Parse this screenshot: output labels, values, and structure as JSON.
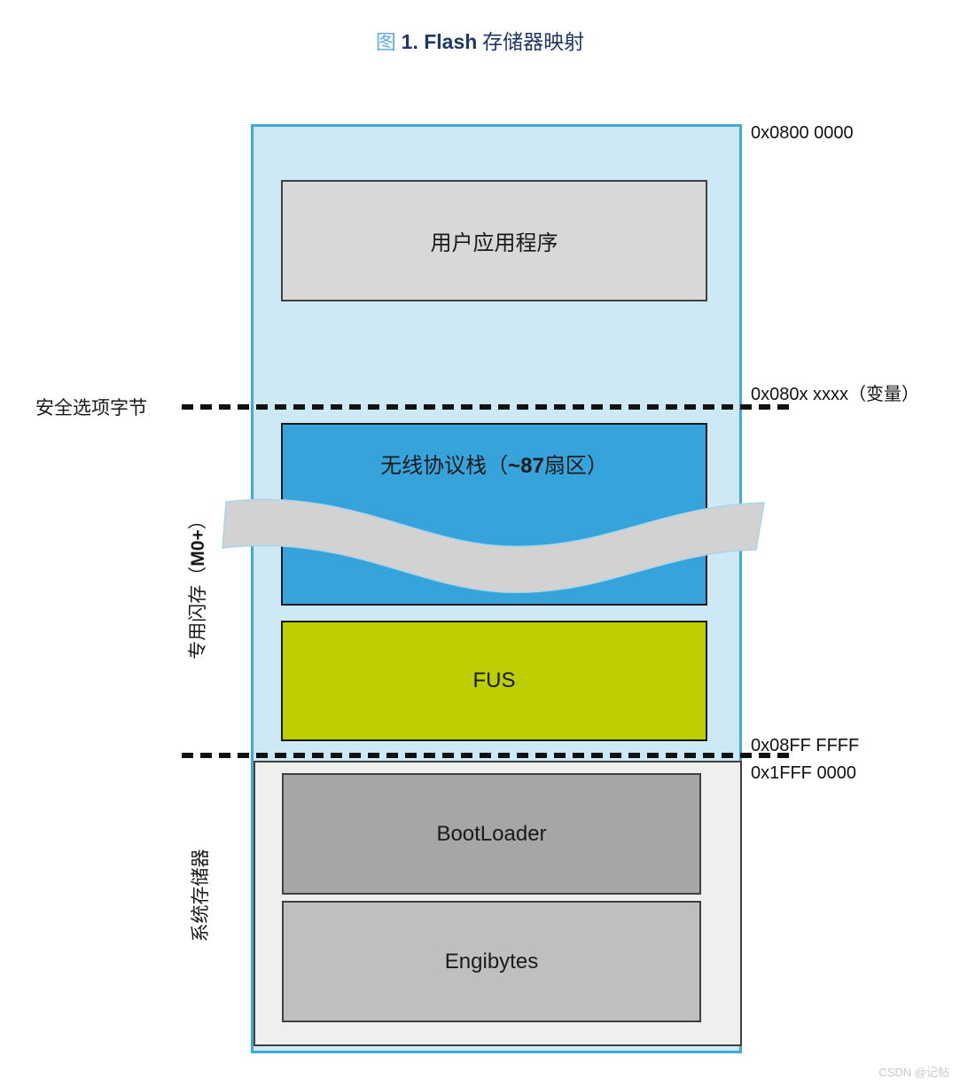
{
  "title": {
    "prefix": "图",
    "strong": "1. Flash",
    "suffix": "存储器映射"
  },
  "blocks": {
    "user_application": "用户应用程序",
    "wireless_stack_pre": "无线协议栈（",
    "wireless_stack_bold": "~87",
    "wireless_stack_post": "扇区）",
    "fus": "FUS",
    "bootloader": "BootLoader",
    "engibytes": "Engibytes"
  },
  "labels": {
    "addr_top": "0x0800 0000",
    "addr_variable": "0x080x xxxx",
    "addr_variable_note": "（变量）",
    "addr_flash_end": "0x08FF FFFF",
    "addr_system": "0x1FFF 0000",
    "secure_option_bytes": "安全选项字节",
    "dedicated_flash_pre": "专用闪存（",
    "dedicated_flash_core": "M0+",
    "dedicated_flash_post": "）",
    "system_memory": "系统存储器"
  },
  "watermark": "CSDN @记帖",
  "colors": {
    "outer_fill": "#cde9f6",
    "outer_border": "#41a8db",
    "wireless_fill": "#36a4db",
    "fus_fill": "#bcce00",
    "user_app_fill": "#d8d8d8",
    "bootloader_fill": "#a6a6a6",
    "engibytes_fill": "#bfbfbf",
    "system_container_fill": "#efefef",
    "ribbon_fill": "#d2d2d2",
    "ribbon_stroke": "#a9d4ea",
    "dash_color": "#111111",
    "title_accent": "#61acdf",
    "title_text": "#1f3864"
  }
}
